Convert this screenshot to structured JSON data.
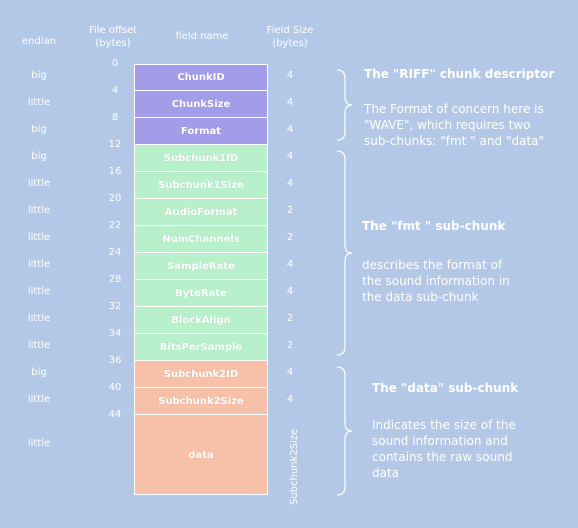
{
  "headers": {
    "endian": "endian",
    "file_offset": "File offset\n(bytes)",
    "field_name": "field name",
    "field_size": "Field Size\n(bytes)"
  },
  "offsets": [
    "0",
    "4",
    "8",
    "12",
    "16",
    "20",
    "22",
    "24",
    "28",
    "32",
    "34",
    "36",
    "40",
    "44"
  ],
  "fields": [
    {
      "name": "ChunkID",
      "endian": "big",
      "size": "4"
    },
    {
      "name": "ChunkSize",
      "endian": "little",
      "size": "4"
    },
    {
      "name": "Format",
      "endian": "big",
      "size": "4"
    },
    {
      "name": "Subchunk1ID",
      "endian": "big",
      "size": "4"
    },
    {
      "name": "Subchunk1Size",
      "endian": "little",
      "size": "4"
    },
    {
      "name": "AudioFormat",
      "endian": "little",
      "size": "2"
    },
    {
      "name": "NumChannels",
      "endian": "little",
      "size": "2"
    },
    {
      "name": "SampleRate",
      "endian": "little",
      "size": "4"
    },
    {
      "name": "ByteRate",
      "endian": "little",
      "size": "4"
    },
    {
      "name": "BlockAlign",
      "endian": "little",
      "size": "2"
    },
    {
      "name": "BitsPerSample",
      "endian": "little",
      "size": "2"
    },
    {
      "name": "Subchunk2ID",
      "endian": "big",
      "size": "4"
    },
    {
      "name": "Subchunk2Size",
      "endian": "little",
      "size": "4"
    },
    {
      "name": "data",
      "endian": "little",
      "size": "Subchunk2Size"
    }
  ],
  "sections": {
    "riff": {
      "title": "The \"RIFF\" chunk descriptor",
      "description": "The Format of concern here is\n\"WAVE\", which requires two\nsub-chunks: \"fmt \" and \"data\""
    },
    "fmt": {
      "title": "The \"fmt \" sub-chunk",
      "description": "describes the format of\nthe sound information in\nthe data sub-chunk"
    },
    "data": {
      "title": "The \"data\" sub-chunk",
      "description": "Indicates the size of the\nsound information and\ncontains the raw sound\ndata"
    }
  },
  "colors": {
    "background": "#b3c7e6",
    "riff_fields": "#a39ce8",
    "fmt_fields": "#b8f0cc",
    "data_fields": "#f7c0a8",
    "text": "#ffffff"
  }
}
